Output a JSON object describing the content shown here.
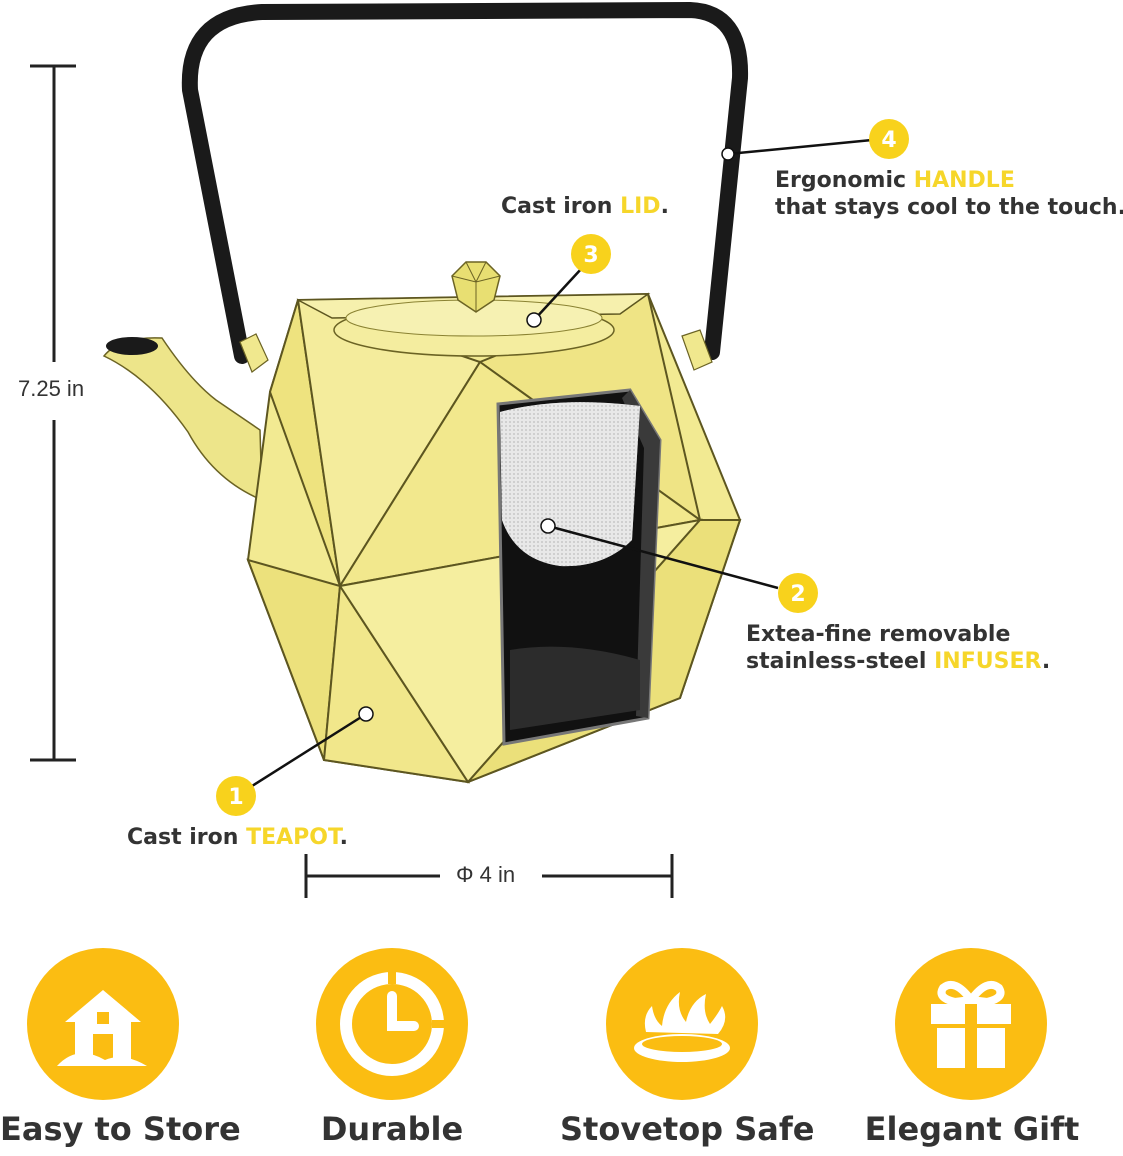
{
  "dimensions": {
    "height_label": "7.25 in",
    "diameter_label": "Φ 4 in"
  },
  "callouts": [
    {
      "number": "1",
      "text_before": "Cast iron ",
      "highlight": "TEAPOT",
      "text_after": "."
    },
    {
      "number": "2",
      "line1": "Extea-fine removable",
      "line2_before": "stainless-steel ",
      "highlight": "INFUSER",
      "line2_after": "."
    },
    {
      "number": "3",
      "text_before": "Cast iron ",
      "highlight": "LID",
      "text_after": "."
    },
    {
      "number": "4",
      "line1_before": "Ergonomic ",
      "highlight": "HANDLE",
      "line2": "that stays cool to the touch."
    }
  ],
  "features": [
    {
      "label": "Easy to Store",
      "icon": "house-icon"
    },
    {
      "label": "Durable",
      "icon": "clock-icon"
    },
    {
      "label": "Stovetop Safe",
      "icon": "stove-flame-icon"
    },
    {
      "label": "Elegant Gift",
      "icon": "gift-icon"
    }
  ],
  "colors": {
    "accent_yellow": "#f6d62a",
    "badge_yellow": "#fbbd12",
    "teapot_body": "#f2ea92",
    "handle_black": "#1a1a1a"
  }
}
